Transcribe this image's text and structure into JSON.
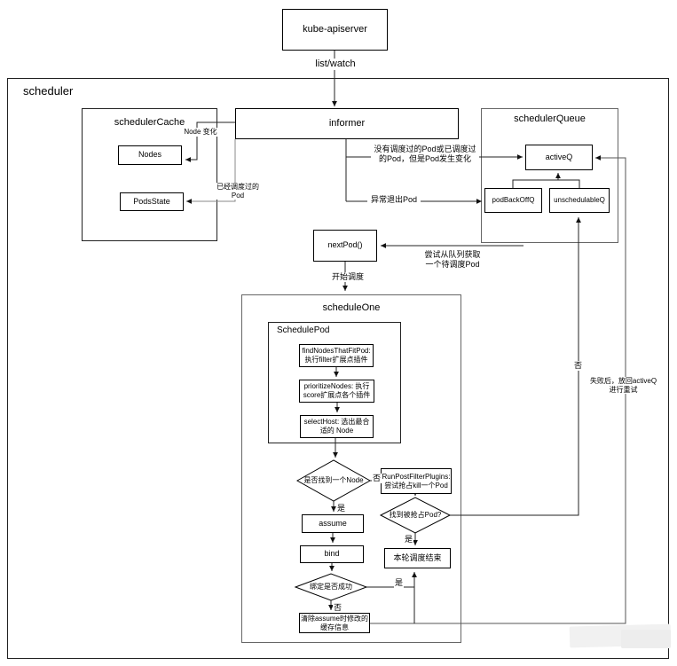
{
  "scheduler_label": "scheduler",
  "boxes": {
    "kube_apiserver": "kube-apiserver",
    "informer": "informer",
    "scheduler_cache": "schedulerCache",
    "nodes": "Nodes",
    "pods_state": "PodsState",
    "scheduler_queue": "schedulerQueue",
    "active_q": "activeQ",
    "pod_backoff_q": "podBackOffQ",
    "unschedulable_q": "unschedulableQ",
    "next_pod": "nextPod()",
    "schedule_one": "scheduleOne",
    "schedule_pod": "SchedulePod",
    "find_nodes": [
      "findNodesThatFitPod:",
      "执行filter扩展点插件"
    ],
    "prioritize_nodes": [
      "prioritizeNodes: 执行",
      "score扩展点各个插件"
    ],
    "select_host": [
      "selectHost: 选出最合",
      "适的 Node"
    ],
    "run_post_filter": [
      "RunPostFilterPlugins:",
      "尝试抢占kill一个Pod"
    ],
    "assume": "assume",
    "bind": "bind",
    "round_end": "本轮调度结束",
    "clear_assume": [
      "清除assume时修改的",
      "缓存信息"
    ]
  },
  "decisions": {
    "found_node": "是否找到一个Node",
    "found_preempted": "找到被抢占Pod?",
    "bind_success": "绑定是否成功"
  },
  "edge_labels": {
    "list_watch": "list/watch",
    "node_change": "Node 变化",
    "scheduled_pod": "已经调度过的Pod",
    "new_or_changed_pod": [
      "没有调度过的Pod或已调度过",
      "的Pod，但是Pod发生变化"
    ],
    "abnormal_exit_pod": "异常退出Pod",
    "fetch_pod": [
      "尝试从队列获取",
      "一个待调度Pod"
    ],
    "start_scheduling": "开始调度",
    "retry": [
      "失败后，放回activeQ",
      "进行重试"
    ],
    "yes": "是",
    "no": "否"
  },
  "colors": {
    "line": "#222222",
    "line_gray": "#888888",
    "box_bg": "#ffffff"
  }
}
